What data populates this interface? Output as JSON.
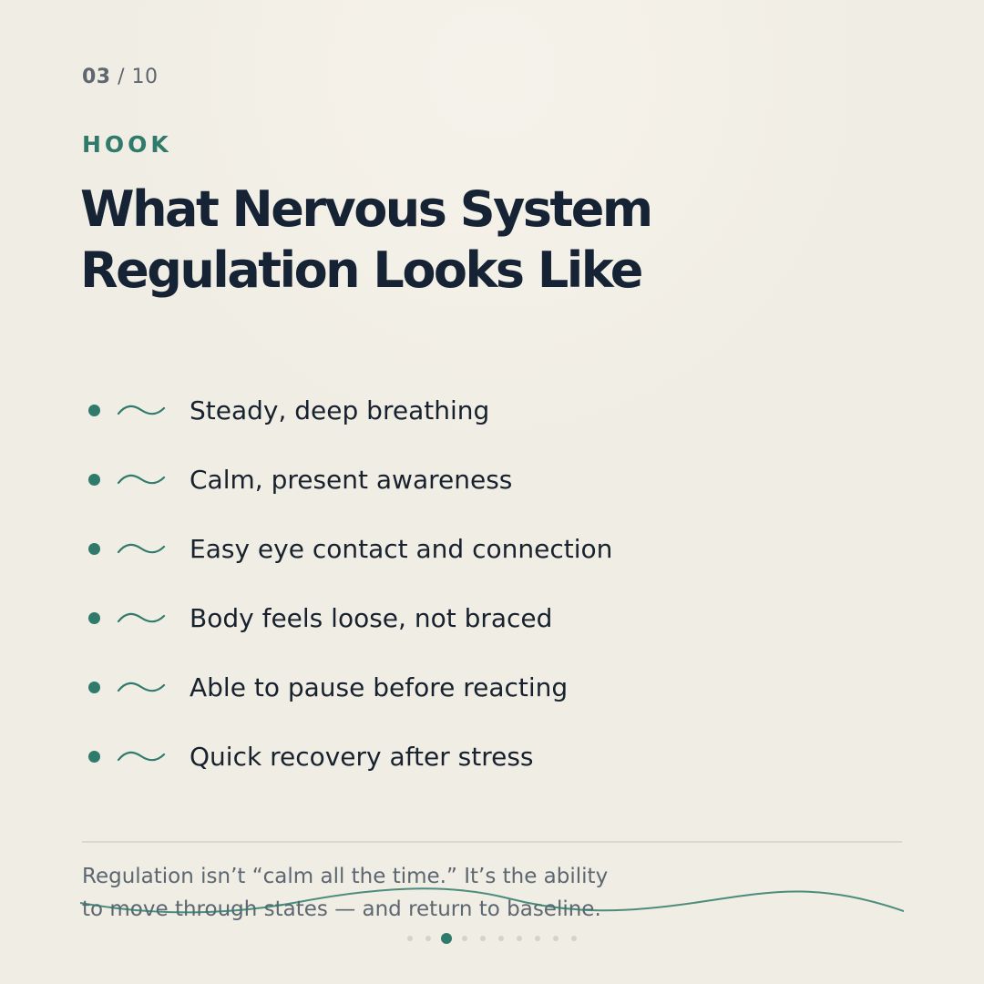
{
  "slide": {
    "counter_current": "03",
    "counter_sep": "/",
    "counter_total": "10",
    "eyebrow": "HOOK",
    "title_line1": "What Nervous System",
    "title_line2": "Regulation Looks Like"
  },
  "items": [
    {
      "label": "Steady, deep breathing",
      "icon": "wave-icon"
    },
    {
      "label": "Calm, present awareness",
      "icon": "wave-icon"
    },
    {
      "label": "Easy eye contact and connection",
      "icon": "wave-icon"
    },
    {
      "label": "Body feels loose, not braced",
      "icon": "wave-icon"
    },
    {
      "label": "Able to pause before reacting",
      "icon": "wave-icon"
    },
    {
      "label": "Quick recovery after stress",
      "icon": "wave-icon"
    }
  ],
  "footer": {
    "line1": "Regulation isn’t “calm all the time.” It’s the ability",
    "line2": "to move through states — and return to baseline."
  },
  "pagination": {
    "total": 10,
    "current": 3
  },
  "colors": {
    "accent": "#2f7a6b",
    "text": "#162334",
    "muted": "#5e6670",
    "background": "#f0ede4"
  }
}
